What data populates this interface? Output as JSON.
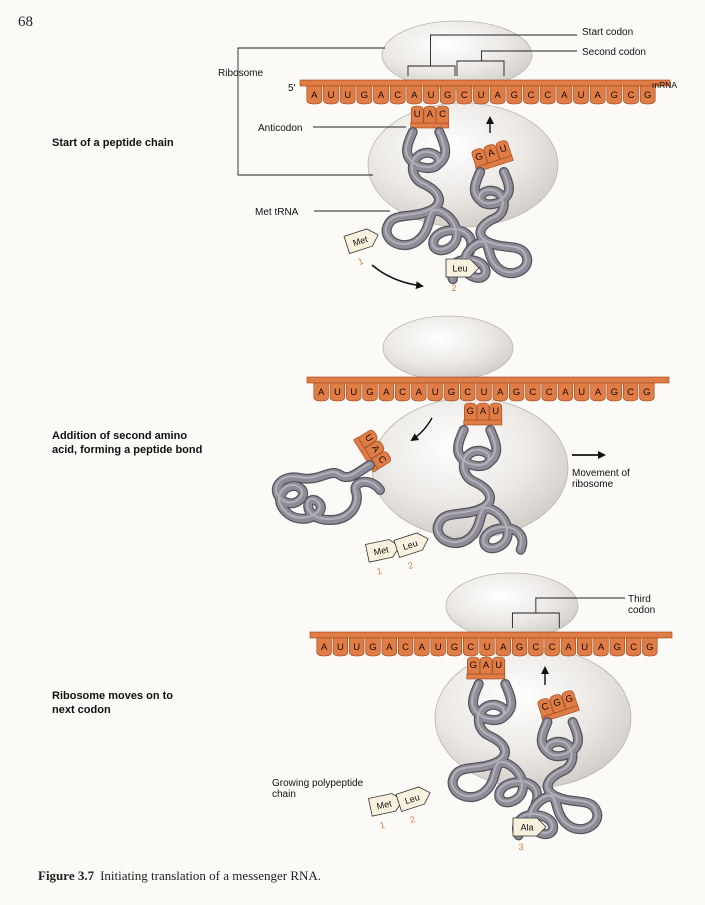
{
  "page_number": "68",
  "caption": {
    "figure_number": "Figure 3.7",
    "text": "Initiating translation of a messenger RNA."
  },
  "mrna": {
    "bases": [
      "A",
      "U",
      "U",
      "G",
      "A",
      "C",
      "A",
      "U",
      "G",
      "C",
      "U",
      "A",
      "G",
      "C",
      "C",
      "A",
      "U",
      "A",
      "G",
      "C",
      "G"
    ]
  },
  "colors": {
    "mrna": "#e07c45",
    "mrna_dark": "#9a4418",
    "ribosome": "#dedbd6",
    "trna": "#8f8c97",
    "tag_fill": "#f7f1de"
  },
  "panels": [
    {
      "step_label": "Start of a peptide chain",
      "callouts": {
        "start_codon": "Start codon",
        "second_codon": "Second codon",
        "ribosome": "Ribosome",
        "five_prime": "5′",
        "mrna": "mRNA",
        "anticodon": "Anticodon",
        "met_trna": "Met tRNA"
      },
      "anticodon_1": [
        "U",
        "A",
        "C"
      ],
      "anticodon_2": [
        "G",
        "A",
        "U"
      ],
      "amino_1": {
        "name": "Met",
        "number": "1"
      },
      "amino_2": {
        "name": "Leu",
        "number": "2"
      }
    },
    {
      "step_label": "Addition of second amino\nacid, forming a peptide bond",
      "callouts": {
        "movement": "Movement of\nribosome"
      },
      "anticodon_1": [
        "U",
        "A",
        "C"
      ],
      "anticodon_2": [
        "G",
        "A",
        "U"
      ],
      "amino_1": {
        "name": "Met",
        "number": "1"
      },
      "amino_2": {
        "name": "Leu",
        "number": "2"
      }
    },
    {
      "step_label": "Ribosome moves on to\nnext codon",
      "callouts": {
        "third_codon": "Third\ncodon",
        "growing_chain": "Growing polypeptide\nchain"
      },
      "anticodon_1": [
        "G",
        "A",
        "U"
      ],
      "anticodon_2": [
        "C",
        "G",
        "G"
      ],
      "amino_1": {
        "name": "Met",
        "number": "1"
      },
      "amino_2": {
        "name": "Leu",
        "number": "2"
      },
      "amino_3": {
        "name": "Ala",
        "number": "3"
      }
    }
  ]
}
